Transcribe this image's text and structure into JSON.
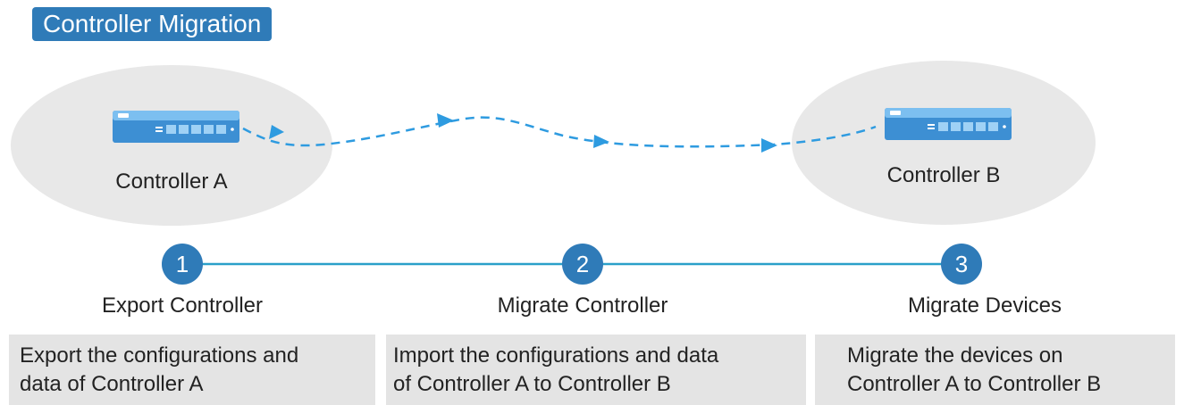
{
  "title": "Controller Migration",
  "controllers": [
    {
      "label": "Controller A",
      "icon": "controller-device-icon"
    },
    {
      "label": "Controller B",
      "icon": "controller-device-icon"
    }
  ],
  "steps": [
    {
      "number": "1",
      "label": "Export Controller",
      "description": [
        "Export the configurations and",
        "data of Controller A"
      ]
    },
    {
      "number": "2",
      "label": "Migrate Controller",
      "description": [
        "Import the configurations and data",
        "of Controller A to Controller B"
      ]
    },
    {
      "number": "3",
      "label": "Migrate Devices",
      "description": [
        "Migrate the devices on",
        "Controller A to Controller B"
      ]
    }
  ],
  "colors": {
    "accent": "#2f7bb8",
    "dashed_line": "#2e9be0",
    "ellipse": "#e8e8e8",
    "description_box": "#e4e4e4"
  }
}
